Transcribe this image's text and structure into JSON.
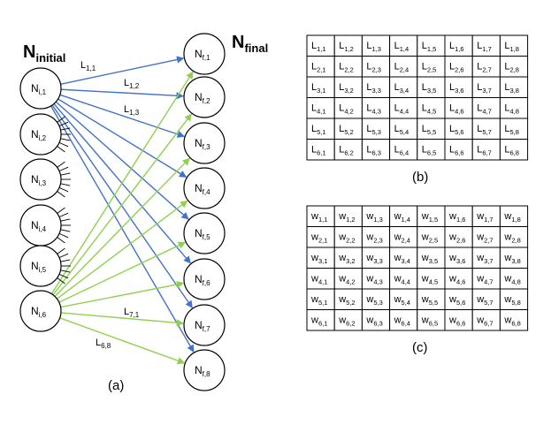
{
  "titles": {
    "initial": {
      "base": "N",
      "sub": "initial"
    },
    "final": {
      "base": "N",
      "sub": "final"
    }
  },
  "initial_nodes": [
    {
      "base": "N",
      "sub": "i,1"
    },
    {
      "base": "N",
      "sub": "i,2"
    },
    {
      "base": "N",
      "sub": "i,3"
    },
    {
      "base": "N",
      "sub": "i,4"
    },
    {
      "base": "N",
      "sub": "i,5"
    },
    {
      "base": "N",
      "sub": "i,6"
    }
  ],
  "final_nodes": [
    {
      "base": "N",
      "sub": "f,1"
    },
    {
      "base": "N",
      "sub": "f,2"
    },
    {
      "base": "N",
      "sub": "f,3"
    },
    {
      "base": "N",
      "sub": "f,4"
    },
    {
      "base": "N",
      "sub": "f,5"
    },
    {
      "base": "N",
      "sub": "f,6"
    },
    {
      "base": "N",
      "sub": "f,7"
    },
    {
      "base": "N",
      "sub": "f,8"
    }
  ],
  "edge_labels": [
    {
      "base": "L",
      "sub": "1,1"
    },
    {
      "base": "L",
      "sub": "1,2"
    },
    {
      "base": "L",
      "sub": "1,3"
    },
    {
      "base": "L",
      "sub": "7,1"
    },
    {
      "base": "L",
      "sub": "6,8"
    }
  ],
  "colors": {
    "blue": "#4472c4",
    "green": "#8fd14f",
    "black": "#000000"
  },
  "table_b": {
    "base": "L",
    "rows": [
      [
        "1,1",
        "1,2",
        "1,3",
        "1,4",
        "1,5",
        "1,6",
        "1,7",
        "1,8"
      ],
      [
        "2,1",
        "2,2",
        "2,3",
        "2,4",
        "2,5",
        "2,6",
        "2,7",
        "2,8"
      ],
      [
        "3,1",
        "3,2",
        "3,3",
        "3,4",
        "3,5",
        "3,6",
        "3,7",
        "3,8"
      ],
      [
        "4,1",
        "4,2",
        "4,3",
        "4,4",
        "4,5",
        "4,6",
        "4,7",
        "4,8"
      ],
      [
        "5,1",
        "5,2",
        "5,3",
        "5,4",
        "5,5",
        "5,6",
        "5,7",
        "5,8"
      ],
      [
        "6,1",
        "6,2",
        "6,3",
        "6,4",
        "6,5",
        "6,6",
        "6,7",
        "6,8"
      ]
    ]
  },
  "table_c": {
    "base": "w",
    "rows": [
      [
        "1,1",
        "1,2",
        "1,3",
        "1,4",
        "1,5",
        "1,6",
        "1,7",
        "1,8"
      ],
      [
        "2,1",
        "2,2",
        "2,3",
        "2,4",
        "2,5",
        "2,6",
        "2,7",
        "2,8"
      ],
      [
        "3,1",
        "3,2",
        "3,3",
        "3,4",
        "3,5",
        "3,6",
        "3,7",
        "3,8"
      ],
      [
        "4,1",
        "4,2",
        "4,3",
        "4,4",
        "4,5",
        "4,6",
        "4,7",
        "4,8"
      ],
      [
        "5,1",
        "5,2",
        "5,3",
        "5,4",
        "5,5",
        "5,6",
        "5,7",
        "5,8"
      ],
      [
        "6,1",
        "6,2",
        "6,3",
        "6,4",
        "6,5",
        "6,6",
        "6,7",
        "6,8"
      ]
    ]
  },
  "captions": {
    "a": "(a)",
    "b": "(b)",
    "c": "(c)"
  }
}
